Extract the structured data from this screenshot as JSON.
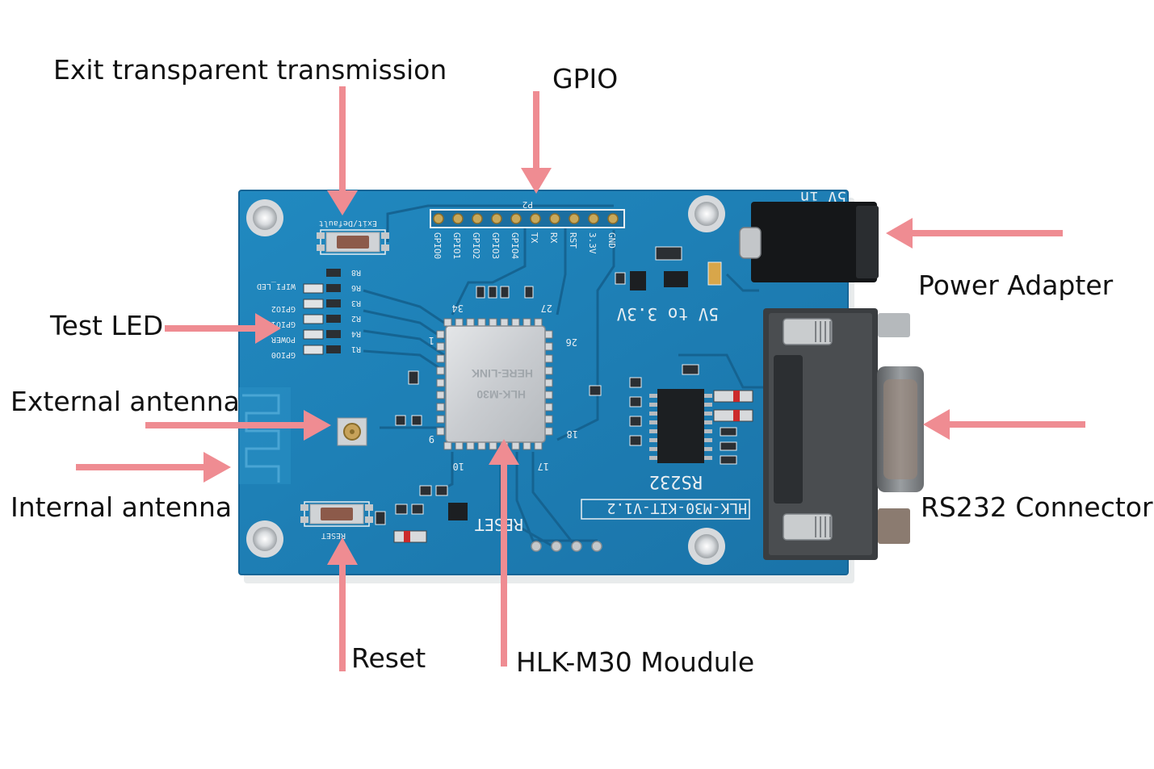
{
  "colors": {
    "pcb": "#1f7fb4",
    "pcb_dark": "#15628f",
    "arrow": "#ef8c92",
    "label": "#111111"
  },
  "labels": {
    "exit": "Exit transparent transmission",
    "gpio": "GPIO",
    "power": "Power Adapter",
    "test_led": "Test LED",
    "ext_antenna": "External antenna",
    "int_antenna": "Internal antenna",
    "rs232": "RS232 Connector",
    "reset": "Reset",
    "module": "HLK-M30 Moudule"
  },
  "board": {
    "module_line1": "HERE-LINK",
    "module_line2": "HLK-M30",
    "version": "HLK-M30-KIT-V1.2",
    "rs232_mark": "RS232",
    "reset_mark": "RESET",
    "voltage_mark": "5V to 3.3V",
    "power_mark": "5V in",
    "exit_mark": "Exit/Default",
    "reset_small": "RESET",
    "header_pins": [
      "GPIO0",
      "GPIO1",
      "GPIO2",
      "GPIO3",
      "GPIO4",
      "TX",
      "RX",
      "RST",
      "3.3V",
      "GND"
    ],
    "led_labels": [
      "WIFI_LED",
      "GPIO2",
      "GPIO1",
      "POWER",
      "GPIO0"
    ],
    "resistors": [
      "R8",
      "R6",
      "R3",
      "R2",
      "R4",
      "R1"
    ],
    "header_ref": "P2",
    "pin_34": "34",
    "pin_27": "27",
    "pin_26": "26",
    "pin_1": "1",
    "pin_9": "9",
    "pin_10": "10",
    "pin_17": "17",
    "pin_18": "18"
  }
}
